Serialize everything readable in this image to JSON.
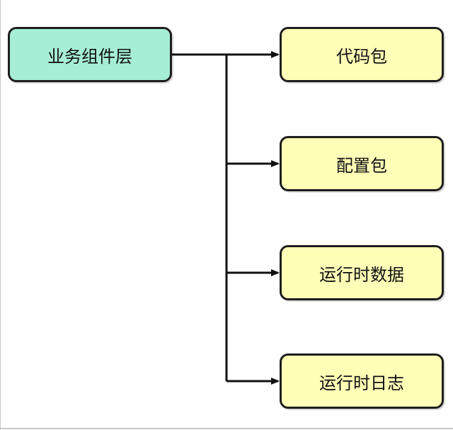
{
  "root": {
    "label": "业务组件层"
  },
  "children": [
    {
      "label": "代码包"
    },
    {
      "label": "配置包"
    },
    {
      "label": "运行时数据"
    },
    {
      "label": "运行时日志"
    }
  ],
  "colors": {
    "root_fill": "#a6eed5",
    "leaf_fill": "#ffffb8",
    "stroke": "#1e1e1e"
  }
}
